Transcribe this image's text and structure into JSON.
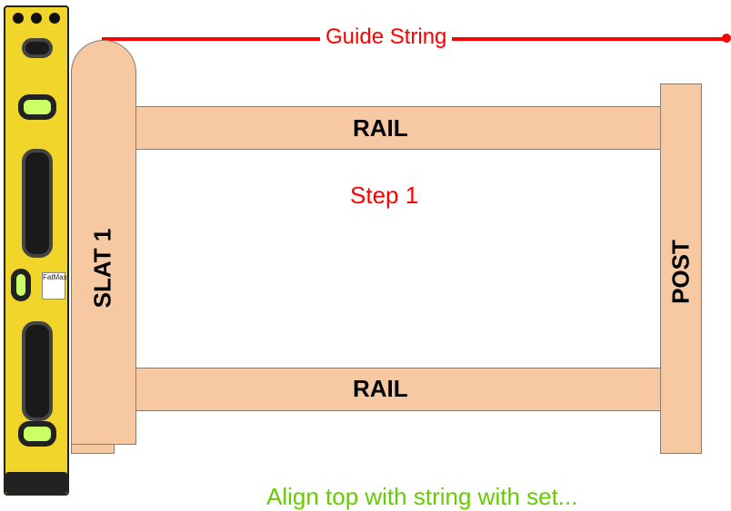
{
  "guide_string": {
    "label": "Guide String",
    "color": "#ff0000"
  },
  "rails": [
    {
      "label": "RAIL"
    },
    {
      "label": "RAIL"
    }
  ],
  "slat": {
    "label": "SLAT 1"
  },
  "post": {
    "label": "POST"
  },
  "step": {
    "label": "Step 1"
  },
  "note": {
    "text": "Align top with string with set..."
  },
  "colors": {
    "wood": "#f7c9a3",
    "level_yellow": "#f2d52b",
    "vial_green": "#ccff66",
    "note_green": "#66cc00"
  },
  "level": {
    "brand_text": "FatMax"
  }
}
